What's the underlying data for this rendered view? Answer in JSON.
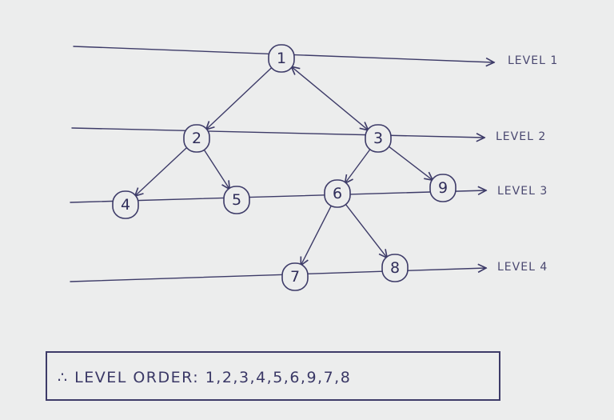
{
  "diagram": {
    "type": "binary tree level order traversal (hand-drawn)",
    "ink_color": "#3d3b68",
    "background_color": "#eceded",
    "nodes": [
      "1",
      "2",
      "3",
      "4",
      "5",
      "6",
      "9",
      "7",
      "8"
    ],
    "edges": [
      [
        "1",
        "2"
      ],
      [
        "1",
        "3"
      ],
      [
        "2",
        "4"
      ],
      [
        "2",
        "5"
      ],
      [
        "3",
        "6"
      ],
      [
        "3",
        "9"
      ],
      [
        "6",
        "7"
      ],
      [
        "6",
        "8"
      ]
    ],
    "levels": [
      {
        "label": "LEVEL 1",
        "nodes": [
          "1"
        ]
      },
      {
        "label": "LEVEL 2",
        "nodes": [
          "2",
          "3"
        ]
      },
      {
        "label": "LEVEL 3",
        "nodes": [
          "4",
          "5",
          "6",
          "9"
        ]
      },
      {
        "label": "LEVEL 4",
        "nodes": [
          "7",
          "8"
        ]
      }
    ],
    "result": "∴ LEVEL ORDER: 1,2,3,4,5,6,9,7,8"
  }
}
